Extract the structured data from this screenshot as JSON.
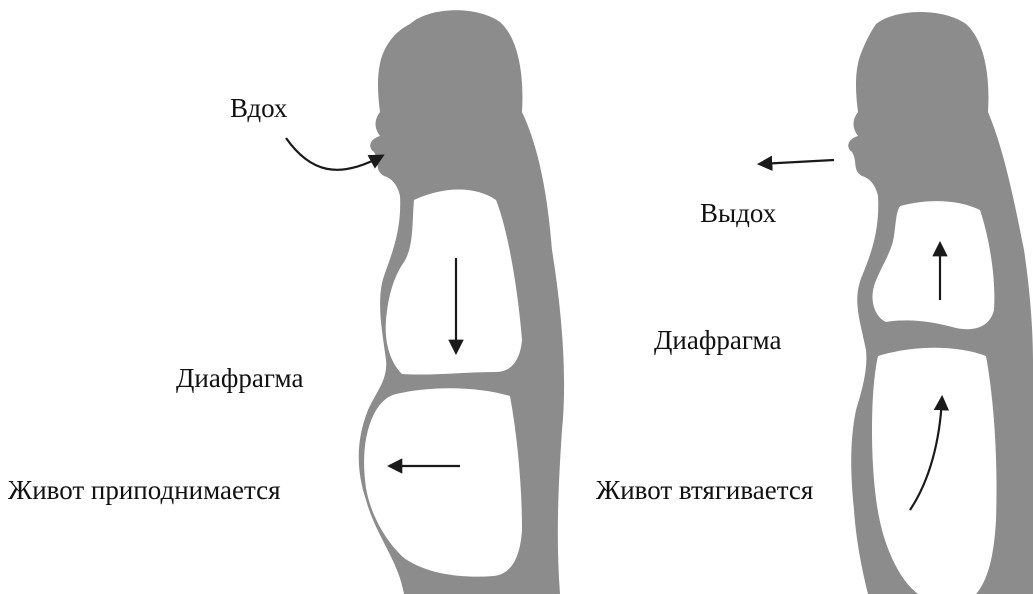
{
  "colors": {
    "silhouette": "#8c8c8c",
    "cavity": "#ffffff",
    "arrow": "#1a1a1a",
    "text": "#111111"
  },
  "inhale": {
    "breath_label": "Вдох",
    "diaphragm_label": "Диафрагма",
    "belly_label": "Живот приподнимается"
  },
  "exhale": {
    "breath_label": "Выдох",
    "diaphragm_label": "Диафрагма",
    "belly_label": "Живот втягивается"
  }
}
